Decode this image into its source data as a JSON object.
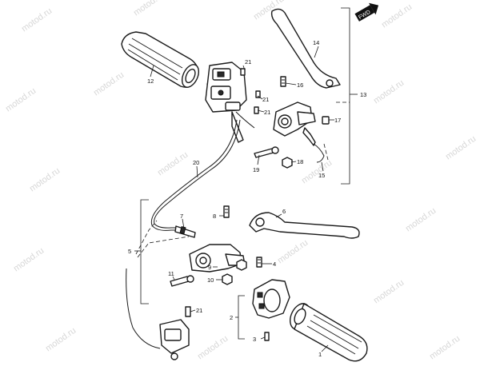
{
  "watermark": "motod.ru",
  "fwd_badge": "FWD",
  "labels": {
    "l1": "1",
    "l2": "2",
    "l3": "3",
    "l4": "4",
    "l5": "5",
    "l6": "6",
    "l7": "7",
    "l8": "8",
    "l9": "9",
    "l10": "10",
    "l11": "11",
    "l12": "12",
    "l13": "13",
    "l14": "14",
    "l15": "15",
    "l16": "16",
    "l17": "17",
    "l18": "18",
    "l19": "19",
    "l20": "20",
    "l21a": "21",
    "l21b": "21",
    "l21c": "21",
    "l21d": "21"
  }
}
